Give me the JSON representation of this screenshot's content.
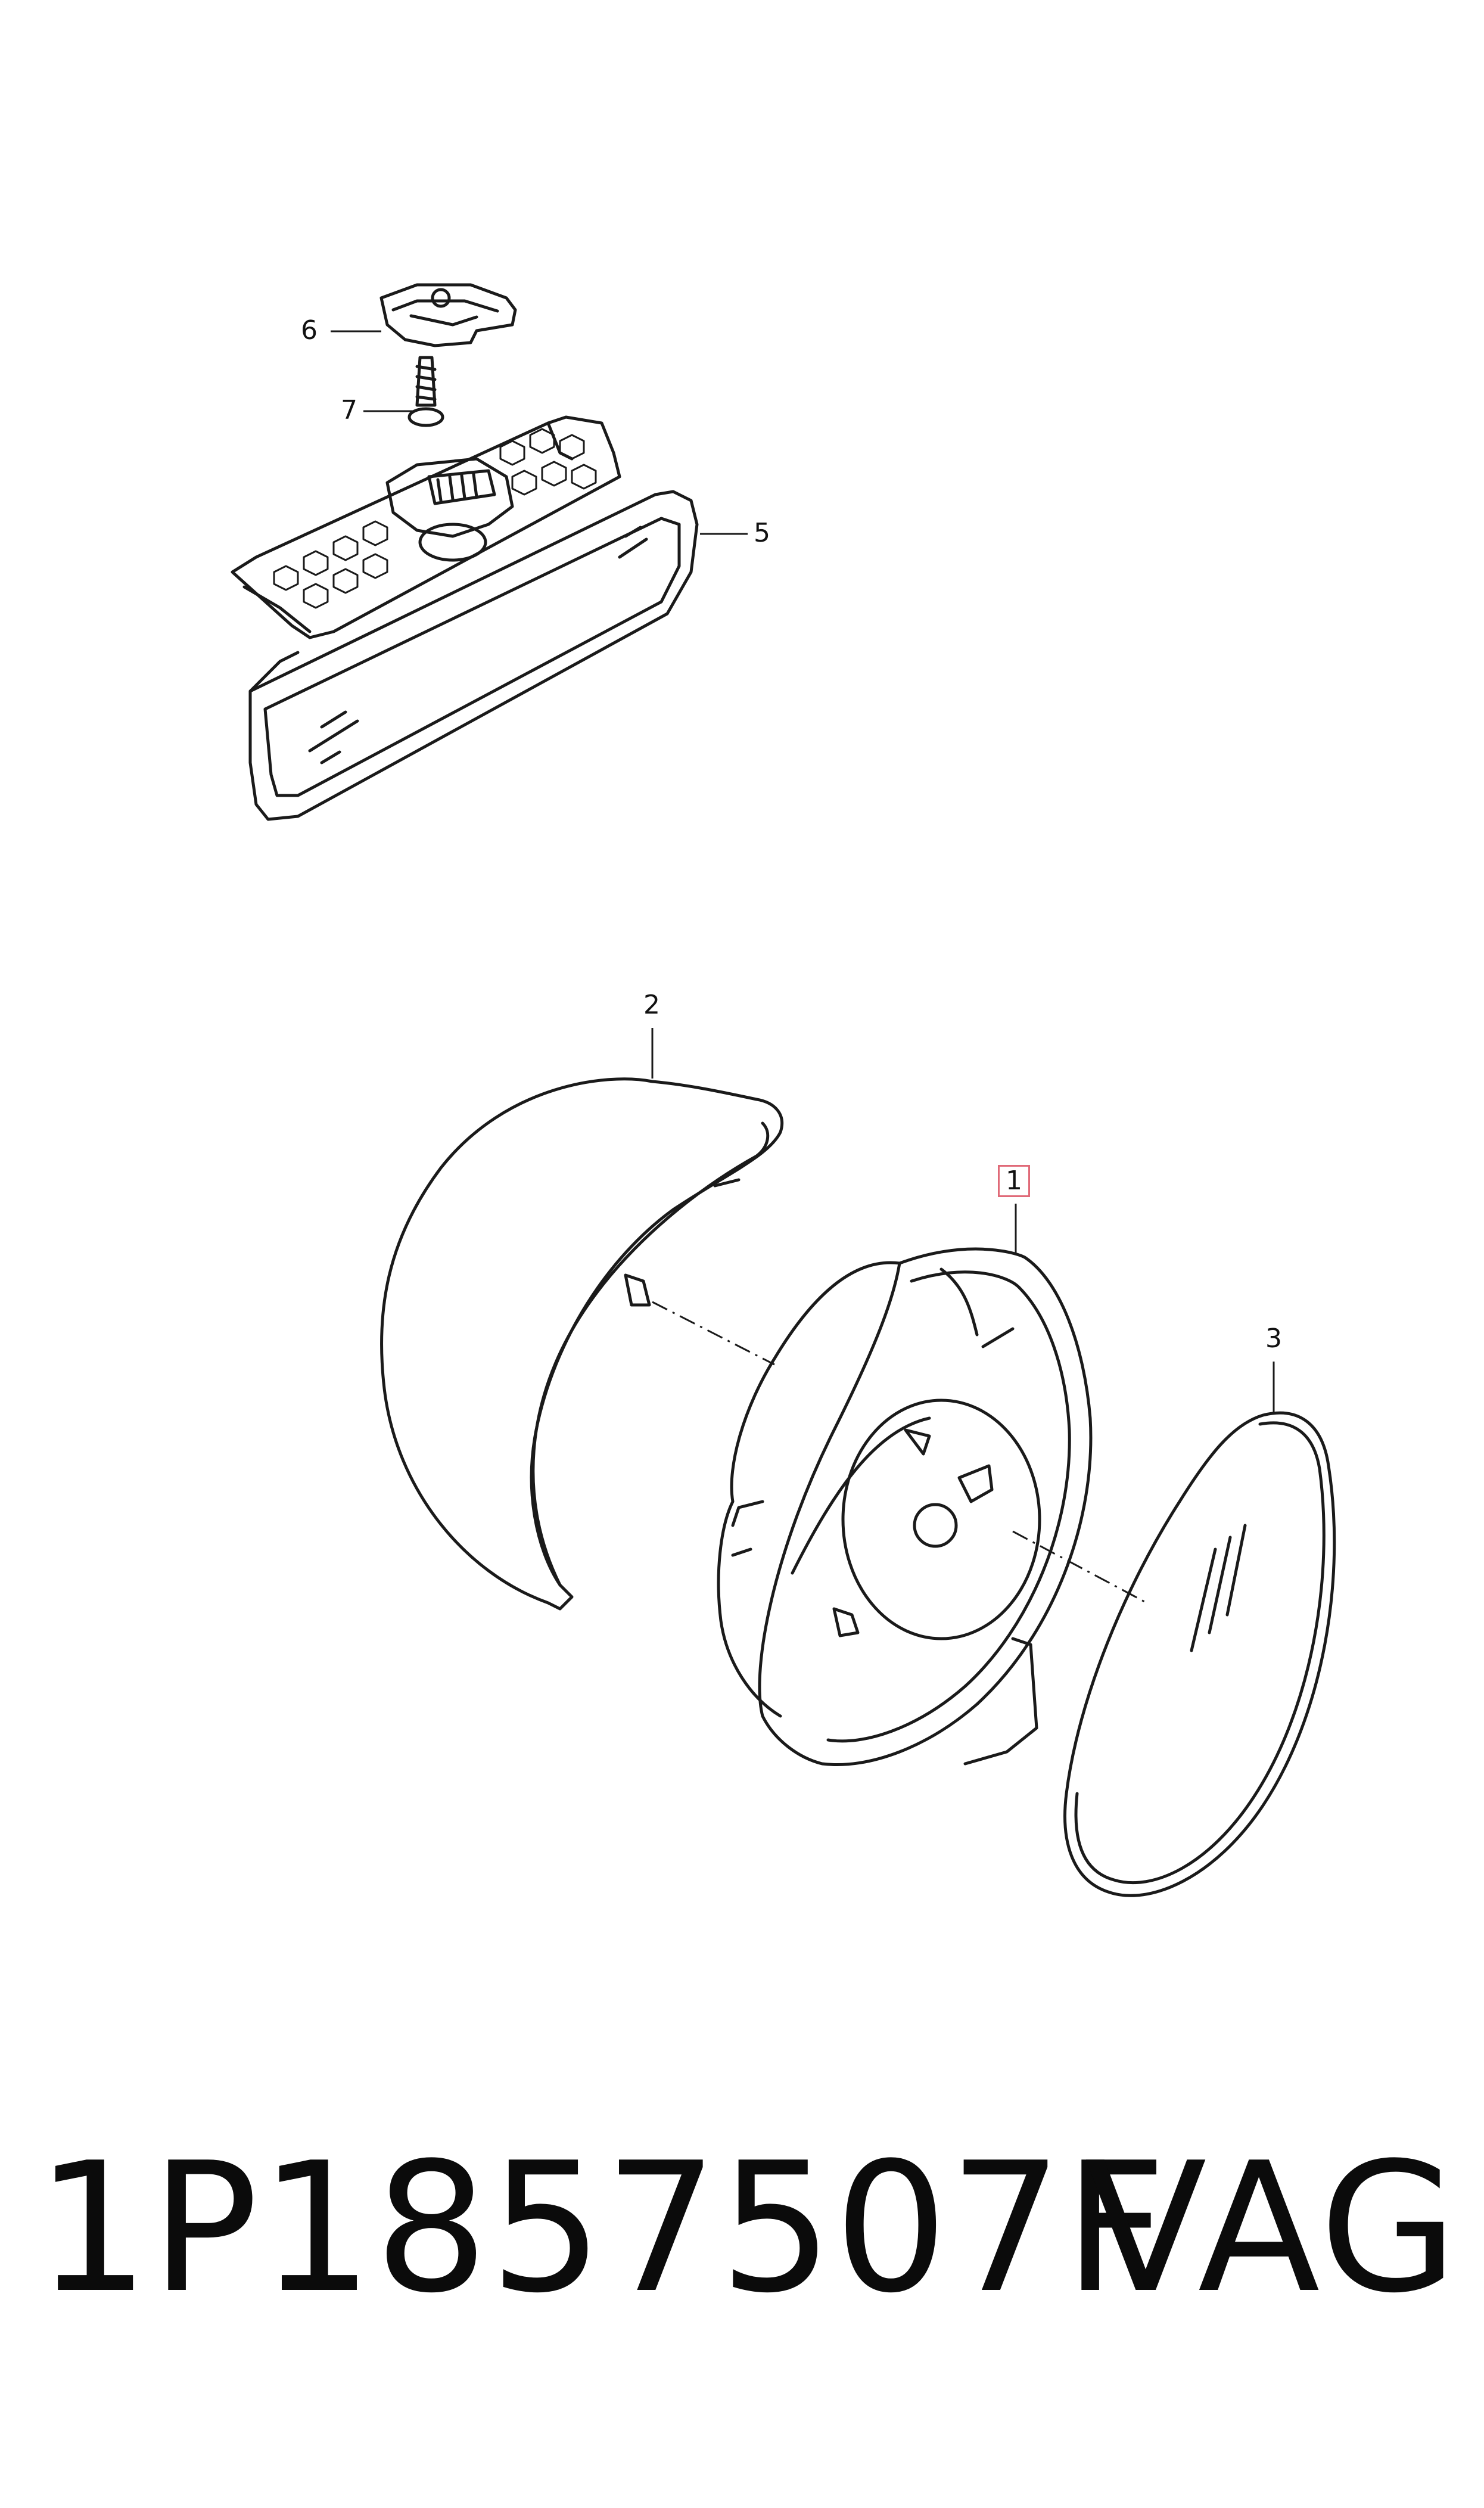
{
  "callouts": {
    "c1": "1",
    "c2": "2",
    "c3": "3",
    "c5": "5",
    "c6": "6",
    "c7": "7"
  },
  "footer": {
    "part_number": "1P1857507F",
    "brand": "VAG"
  },
  "colors": {
    "line": "#1a1a1a",
    "highlight_box": "#e06a78",
    "background": "#ffffff"
  }
}
